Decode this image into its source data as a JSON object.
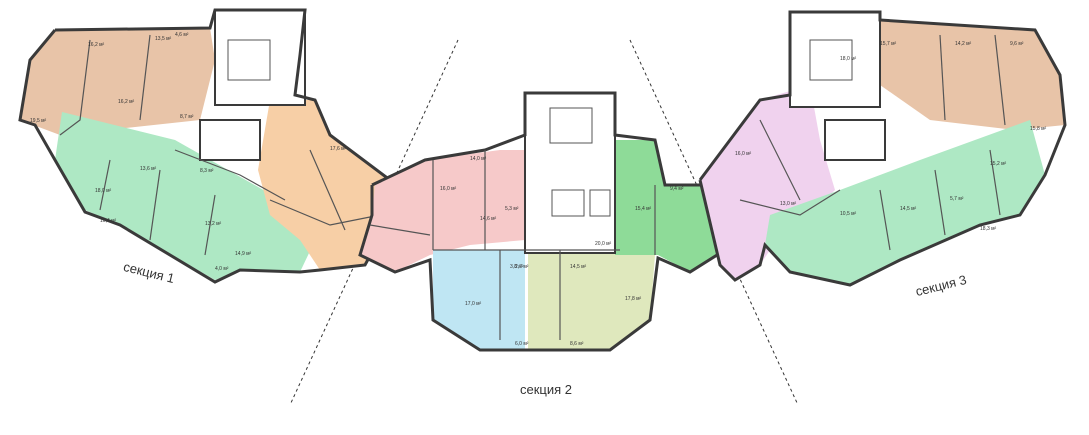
{
  "colors": {
    "tan": "#e8c4a8",
    "peach": "#f7cfa6",
    "green": "#aee8c4",
    "pink": "#f6c9c9",
    "blue": "#bfe6f3",
    "lime": "#dfe8bd",
    "brightgreen": "#8edb98",
    "lavender": "#f0d2ee",
    "hall": "#ffffff",
    "wall": "#3a3a3a"
  },
  "sections": [
    {
      "label": "секция 1"
    },
    {
      "label": "секция 2"
    },
    {
      "label": "секция 3"
    }
  ],
  "room_labels": {
    "s1": [
      "19,5 м²",
      "16,2 м²",
      "13,5 м²",
      "4,6 м²",
      "8,7 м²",
      "16,2 м²",
      "18,0 м²",
      "13,6 м²",
      "8,3 м²",
      "10,4 м²",
      "13,2 м²",
      "14,9 м²",
      "4,0 м²",
      "17,6 м²"
    ],
    "s2": [
      "16,0 м²",
      "14,0 м²",
      "5,3 м²",
      "14,6 м²",
      "20,0 м²",
      "2,7 м²",
      "3,8 м²",
      "14,5 м²",
      "17,0 м²",
      "17,8 м²",
      "6,0 м²",
      "8,6 м²",
      "15,4 м²",
      "9,4 м²"
    ],
    "s3": [
      "18,0 м²",
      "15,7 м²",
      "14,2 м²",
      "9,6 м²",
      "15,8 м²",
      "16,0 м²",
      "13,0 м²",
      "10,5 м²",
      "14,5 м²",
      "5,7 м²",
      "18,3 м²",
      "15,2 м²"
    ]
  }
}
